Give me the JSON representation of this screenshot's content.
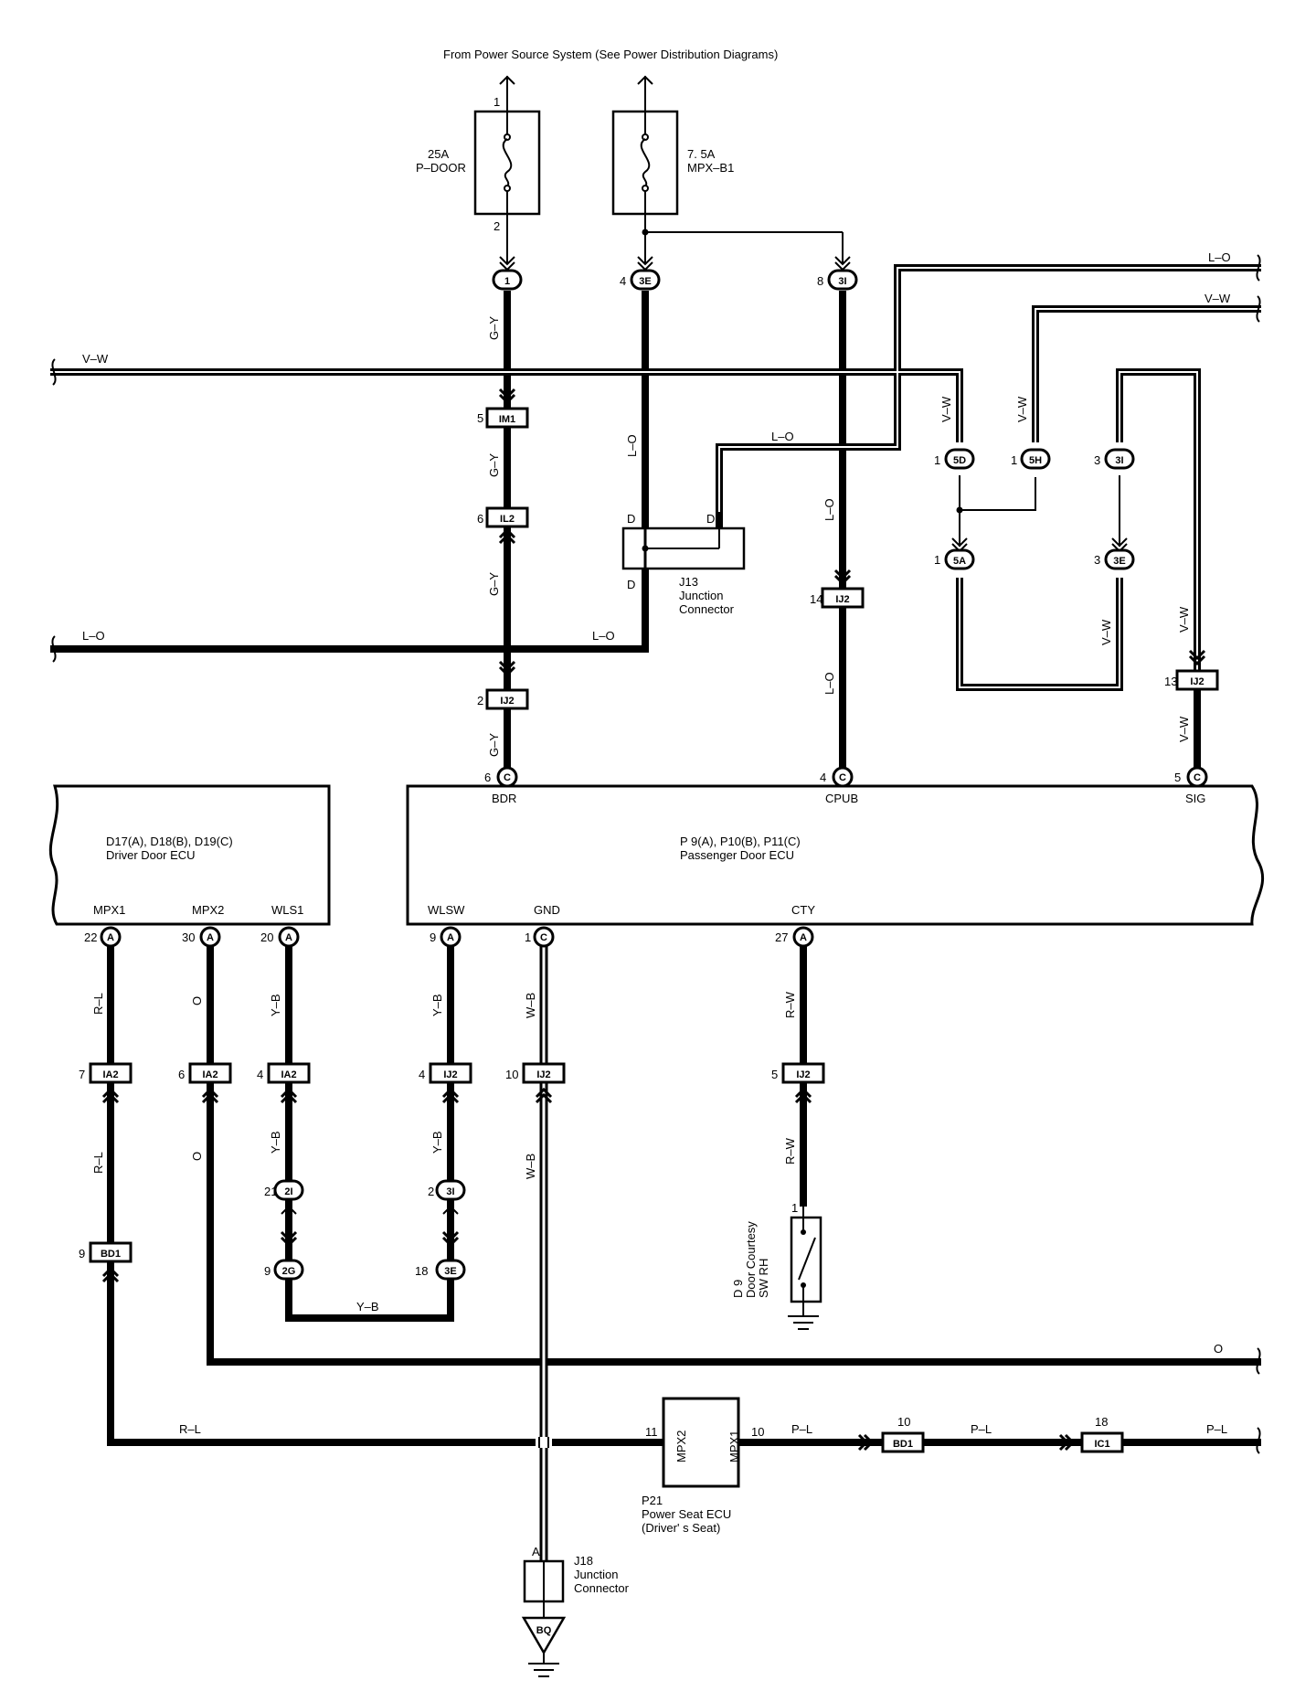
{
  "colors": {
    "wire": "#000000",
    "background": "#ffffff"
  },
  "header": {
    "power_source": "From Power Source System (See  Power Distribution Diagrams)"
  },
  "fuses": [
    {
      "amps": "25A",
      "name": "P–DOOR",
      "pin_in": "1",
      "pin_out": "2"
    },
    {
      "amps": "7. 5A",
      "name": "MPX–B1"
    }
  ],
  "connectors": {
    "c1": "1",
    "c3E_top": "3E",
    "c3I_top": "3I",
    "im1": "IM1",
    "il2": "IL2",
    "ij2": "IJ2",
    "ia2": "IA2",
    "bd1": "BD1",
    "ic1": "IC1",
    "c5D": "5D",
    "c5H": "5H",
    "c3I": "3I",
    "c5A": "5A",
    "c3E": "3E",
    "c2I": "2I",
    "c2G": "2G",
    "cA": "A",
    "cC": "C"
  },
  "pins": {
    "p1": "1",
    "p2": "2",
    "p3": "3",
    "p4": "4",
    "p5": "5",
    "p6": "6",
    "p7": "7",
    "p8": "8",
    "p9": "9",
    "p10": "10",
    "p11": "11",
    "p13": "13",
    "p14": "14",
    "p18": "18",
    "p20": "20",
    "p21": "21",
    "p22": "22",
    "p27": "27",
    "p30": "30"
  },
  "wires": {
    "gy": "G–Y",
    "lo": "L–O",
    "vw": "V–W",
    "rl": "R–L",
    "o": "O",
    "yb": "Y–B",
    "wb": "W–B",
    "rw": "R–W",
    "pl": "P–L"
  },
  "j13": {
    "id": "J13",
    "name1": "Junction",
    "name2": "Connector",
    "pin": "D"
  },
  "passenger_ecu": {
    "codes": "P 9(A), P10(B), P11(C)",
    "name": "Passenger Door ECU",
    "bdr": "BDR",
    "cpub": "CPUB",
    "sig": "SIG",
    "wlsw": "WLSW",
    "gnd": "GND",
    "cty": "CTY"
  },
  "driver_ecu": {
    "codes": "D17(A), D18(B), D19(C)",
    "name": "Driver Door ECU",
    "mpx1": "MPX1",
    "mpx2": "MPX2",
    "wls1": "WLS1"
  },
  "door_sw": {
    "id": "D 9",
    "name1": "Door Courtesy",
    "name2": "SW RH"
  },
  "seat_ecu": {
    "id": "P21",
    "name1": "Power Seat ECU",
    "name2": "(Driver' s Seat)",
    "mpx2": "MPX2",
    "mpx1": "MPX1"
  },
  "j18": {
    "id": "J18",
    "name1": "Junction",
    "name2": "Connector",
    "pin": "A"
  },
  "ground": {
    "code": "BQ"
  }
}
